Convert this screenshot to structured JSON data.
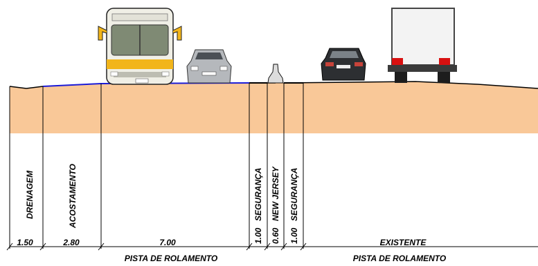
{
  "colors": {
    "soil": "#f9c898",
    "pavement_line": "#1a1ad8",
    "line": "#000000",
    "bus_body": "#f0efe6",
    "bus_stripe": "#f2b51a",
    "car": "#b5b8bc",
    "dark_car": "#2d2f32",
    "truck_box": "#f3f3f3",
    "tail_light": "#d81010"
  },
  "icons": [
    "bus-icon",
    "car-icon",
    "new-jersey-barrier-icon",
    "dark-car-icon",
    "truck-icon"
  ],
  "segments": [
    {
      "id": "drenagem",
      "vertical_label": "DRENAGEM",
      "width_label": "1.50"
    },
    {
      "id": "acostamento",
      "vertical_label": "ACOSTAMENTO",
      "width_label": "2.80"
    },
    {
      "id": "pista",
      "vertical_label": "",
      "width_label": "7.00"
    },
    {
      "id": "seguranca-1",
      "vertical_label": "SEGURANÇA",
      "width_label": "1.00"
    },
    {
      "id": "new-jersey",
      "vertical_label": "NEW JERSEY",
      "width_label": "0.60"
    },
    {
      "id": "seguranca-2",
      "vertical_label": "SEGURANÇA",
      "width_label": "1.00"
    },
    {
      "id": "existente",
      "vertical_label": "",
      "width_label": "EXISTENTE"
    }
  ],
  "bottom_labels": {
    "left": "PISTA DE ROLAMENTO",
    "right": "PISTA DE ROLAMENTO"
  }
}
